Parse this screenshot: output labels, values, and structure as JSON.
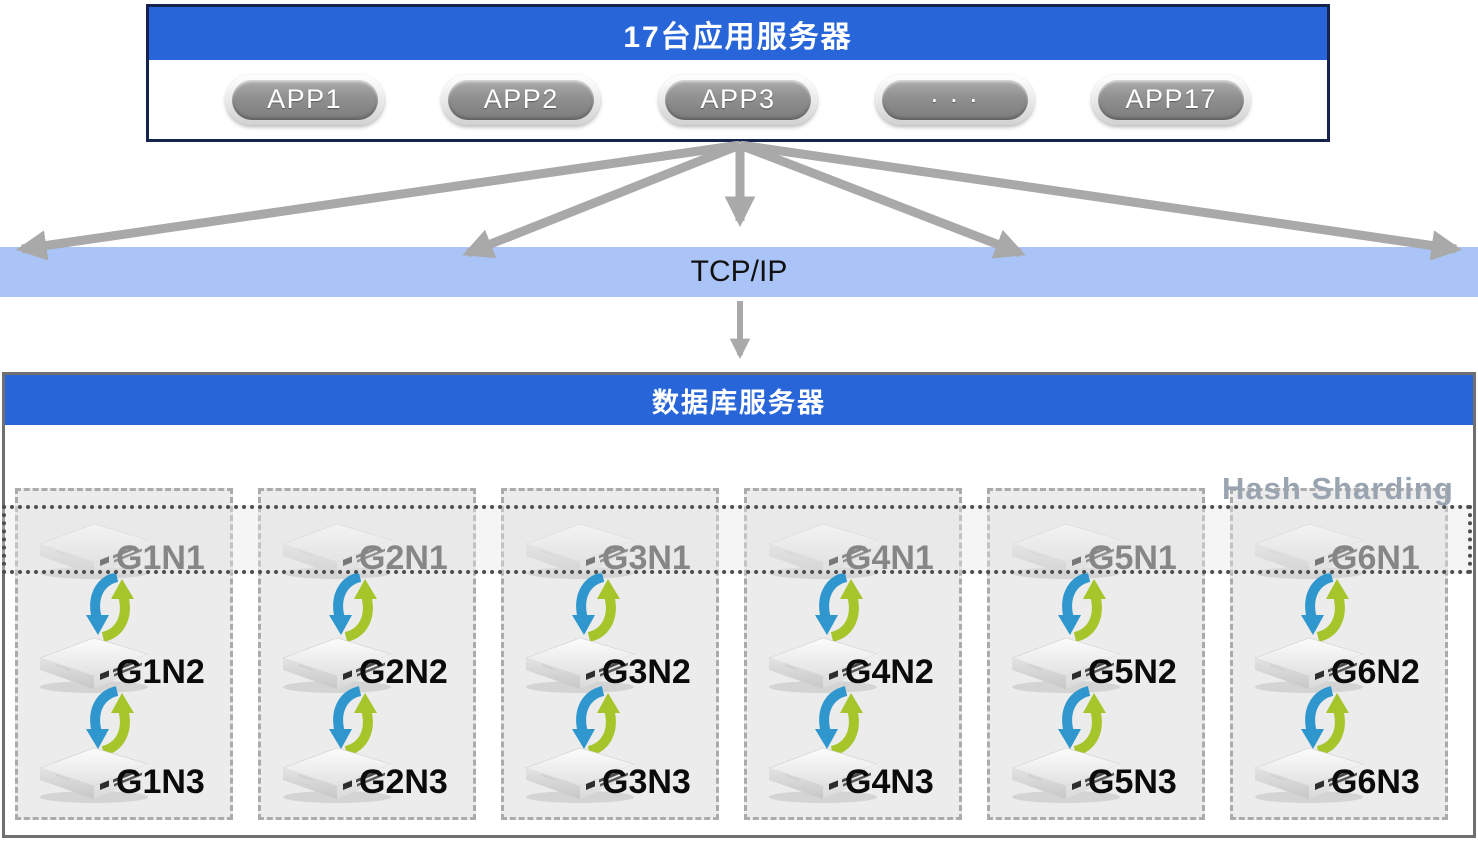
{
  "app_servers": {
    "title": "17台应用服务器",
    "apps": [
      {
        "label": "APP1"
      },
      {
        "label": "APP2"
      },
      {
        "label": "APP3"
      },
      {
        "label": "· · ·"
      },
      {
        "label": "APP17"
      }
    ]
  },
  "network": {
    "label": "TCP/IP"
  },
  "database": {
    "title": "数据库服务器",
    "sharding_label": "Hash Sharding",
    "groups": [
      {
        "id": "G1",
        "nodes": [
          "G1N1",
          "G1N2",
          "G1N3"
        ]
      },
      {
        "id": "G2",
        "nodes": [
          "G2N1",
          "G2N2",
          "G2N3"
        ]
      },
      {
        "id": "G3",
        "nodes": [
          "G3N1",
          "G3N2",
          "G3N3"
        ]
      },
      {
        "id": "G4",
        "nodes": [
          "G4N1",
          "G4N2",
          "G4N3"
        ]
      },
      {
        "id": "G5",
        "nodes": [
          "G5N1",
          "G5N2",
          "G5N3"
        ]
      },
      {
        "id": "G6",
        "nodes": [
          "G6N1",
          "G6N2",
          "G6N3"
        ]
      }
    ]
  },
  "icons": {
    "server": "server-box-3d",
    "sync": "bidirectional-sync-arrows",
    "arrow": "gray-connection-arrow"
  },
  "colors": {
    "header_blue": "#2765d8",
    "tcp_bar_blue": "#abc4f8",
    "panel_border_navy": "#16244d",
    "db_border_gray": "#6f6f6f",
    "arrow_gray": "#a9a9a9",
    "sync_blue": "#2f97cd",
    "sync_green": "#a5c52b",
    "hash_label_gray": "#9aa4b1"
  }
}
